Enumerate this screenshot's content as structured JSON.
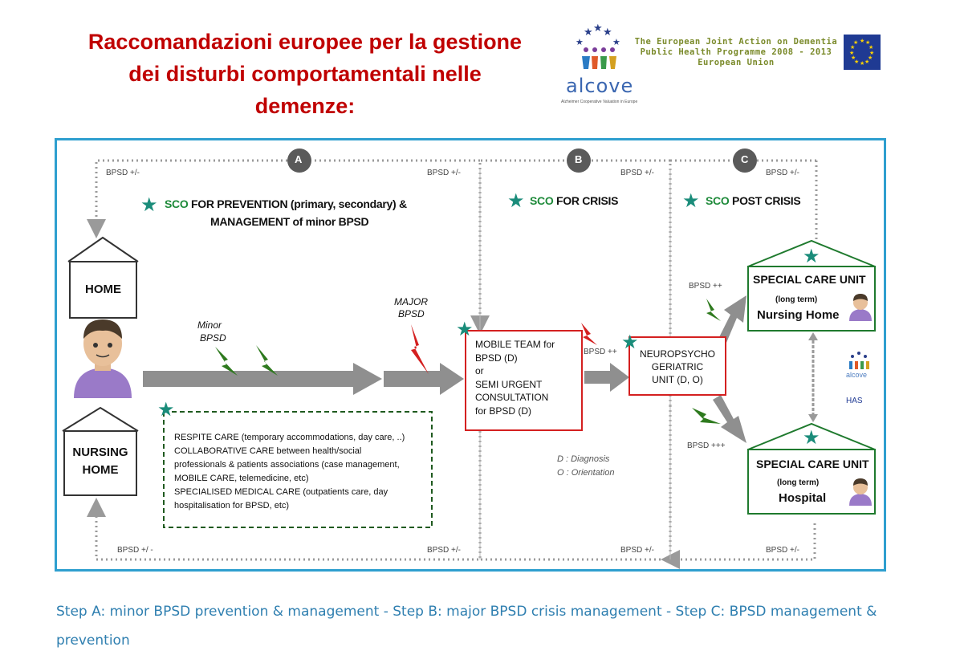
{
  "title": {
    "line1": "Raccomandazioni europee per la gestione",
    "line2": "dei disturbi comportamentali nelle",
    "line3": "demenze:"
  },
  "logo": {
    "alcove": "alcove",
    "alcove_sub": "Alzheimer Cooperative Valuation in Europe",
    "eu_line1": "The European Joint Action on Dementia",
    "eu_line2": "Public Health Programme 2008 - 2013",
    "eu_line3": "European Union"
  },
  "steps": {
    "a": "A",
    "b": "B",
    "c": "C"
  },
  "bpsd": {
    "top_left": "BPSD +/-",
    "top_a": "BPSD +/-",
    "top_b": "BPSD +/-",
    "top_c": "BPSD +/-",
    "bottom_left": "BPSD +/ -",
    "bottom_a": "BPSD +/-",
    "bottom_b": "BPSD +/-",
    "bottom_c": "BPSD +/-",
    "pp": "BPSD ++",
    "pp2": "BPSD ++",
    "ppp": "BPSD +++"
  },
  "sco": {
    "prevention_prefix": "SCO",
    "prevention_line1": "FOR PREVENTION (primary, secondary) &",
    "prevention_line2": "MANAGEMENT of minor BPSD",
    "crisis_prefix": "SCO",
    "crisis": "FOR CRISIS",
    "post_prefix": "SCO",
    "post": "POST CRISIS"
  },
  "places": {
    "home": "HOME",
    "nursing_home_1": "NURSING",
    "nursing_home_2": "HOME"
  },
  "labels": {
    "minor": "Minor",
    "minor_bpsd": "BPSD",
    "major": "MAJOR",
    "major_bpsd": "BPSD"
  },
  "care_box": {
    "line1": "RESPITE CARE (temporary accommodations, day care, ..)",
    "line2": "COLLABORATIVE CARE between health/social",
    "line3": "professionals & patients associations (case management,",
    "line4": "MOBILE CARE, telemedicine, etc)",
    "line5": "SPECIALISED MEDICAL CARE (outpatients care, day",
    "line6": "hospitalisation for BPSD, etc)"
  },
  "mobile_box": {
    "line1": "MOBILE TEAM  for",
    "line2": "BPSD (D)",
    "line3": "or",
    "line4": "SEMI URGENT",
    "line5": "CONSULTATION",
    "line6": "for BPSD (D)"
  },
  "neuro_box": {
    "line1": "NEUROPSYCHO",
    "line2": "GERIATRIC",
    "line3": "UNIT (D, O)"
  },
  "legend": {
    "d": "D : Diagnosis",
    "o": "O : Orientation"
  },
  "scu_nursing": {
    "title": "SPECIAL CARE UNIT",
    "term": "(long term)",
    "place": "Nursing Home"
  },
  "scu_hospital": {
    "title": "SPECIAL CARE UNIT",
    "term": "(long term)",
    "place": "Hospital"
  },
  "seal": {
    "alcove": "alcove",
    "has": "HAS"
  },
  "caption": "Step A: minor BPSD prevention & management - Step B: major BPSD crisis management - Step C: BPSD management & prevention",
  "colors": {
    "title_red": "#c00000",
    "frame_blue": "#2e9fcf",
    "star_teal": "#1a8c7a",
    "sco_green": "#1e8a3a",
    "box_red": "#d42020",
    "scu_green": "#1f7a2e",
    "arrow_grey": "#8f8f8f",
    "caption_blue": "#2f7fb0"
  }
}
